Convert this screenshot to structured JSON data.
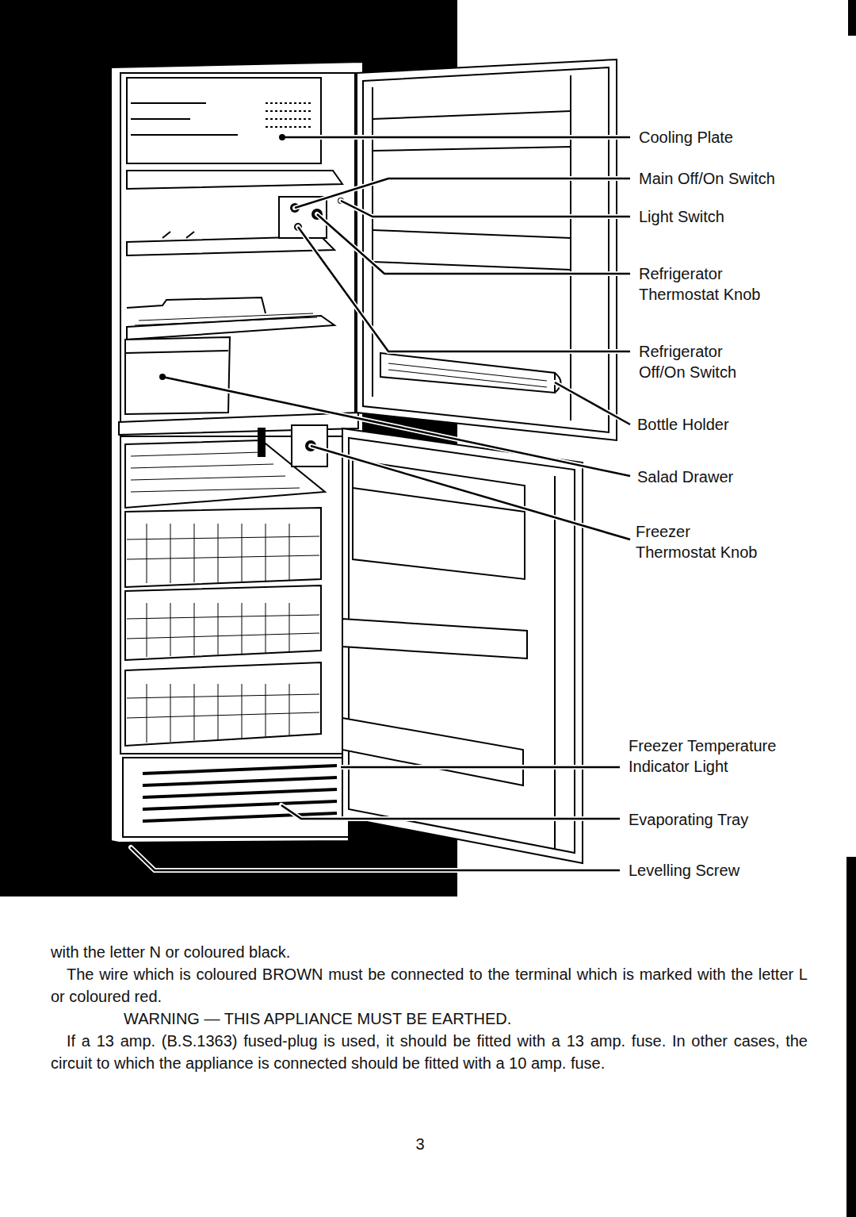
{
  "diagram": {
    "labels": [
      "Cooling Plate",
      "Main Off/On Switch",
      "Light Switch",
      "Refrigerator Thermostat Knob",
      "Refrigerator Off/On Switch",
      "Bottle Holder",
      "Salad Drawer",
      "Freezer Thermostat Knob",
      "Freezer Temperature Indicator Light",
      "Evaporating Tray",
      "Levelling Screw",
      "with the letter N or coloured black.",
      "The wire which is coloured BROWN must be connected to the terminal which is marked with the letter L or coloured red.",
      "WARNING — THIS APPLIANCE MUST BE EARTHED.",
      "If a 13 amp. (B.S.1363) fused-plug is used, it should be fitted with a 13 amp. fuse. In other cases, the circuit to which the appliance is connected should be fitted with a 10 amp. fuse.",
      "3"
    ]
  }
}
